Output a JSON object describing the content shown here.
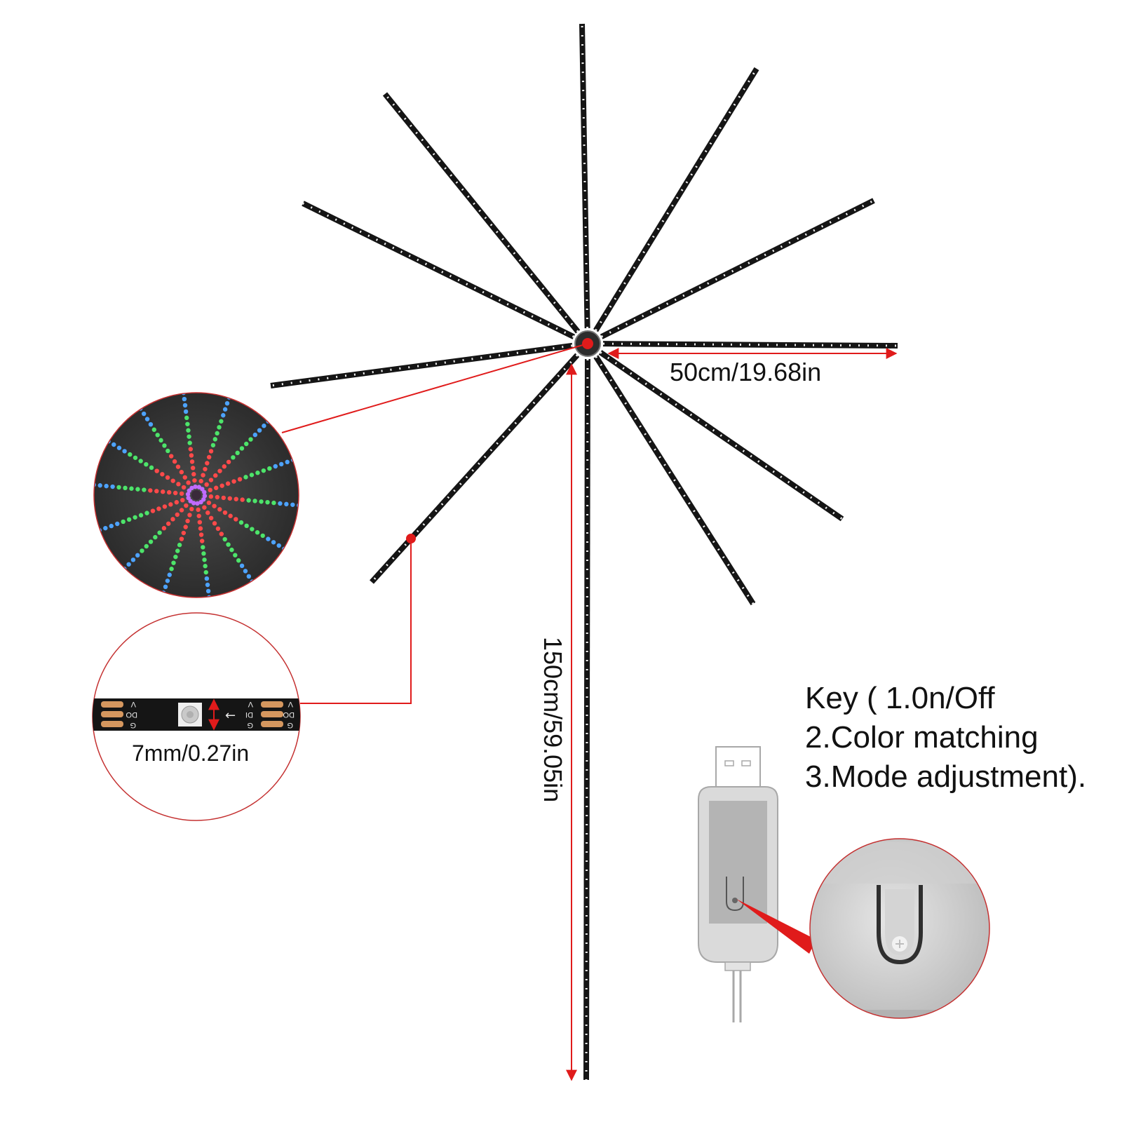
{
  "dimensions": {
    "width_label": "50cm/19.68in",
    "height_label": "150cm/59.05in",
    "strip_width_label": "7mm/0.27in"
  },
  "strip": {
    "left_pads": [
      "V",
      "DO",
      "G"
    ],
    "right_pads_in": [
      "V",
      "DI",
      "G"
    ],
    "right_pads_out": [
      "V",
      "DO",
      "G"
    ],
    "arrow_glyph": "←"
  },
  "key": {
    "lines": [
      "Key ( 1.0n/Off",
      "2.Color matching",
      "3.Mode adjustment)."
    ]
  },
  "colors": {
    "accent": "#e01b1b",
    "strip": "#151515",
    "led": "#f2f2f2",
    "photo_bg": "#3a3a3a",
    "controller_body": "#d9d9d9",
    "controller_screen": "#b3b3b3"
  },
  "led_preview_colors": [
    "#4da3ff",
    "#4de46a",
    "#ff4a4a",
    "#c16bff"
  ]
}
